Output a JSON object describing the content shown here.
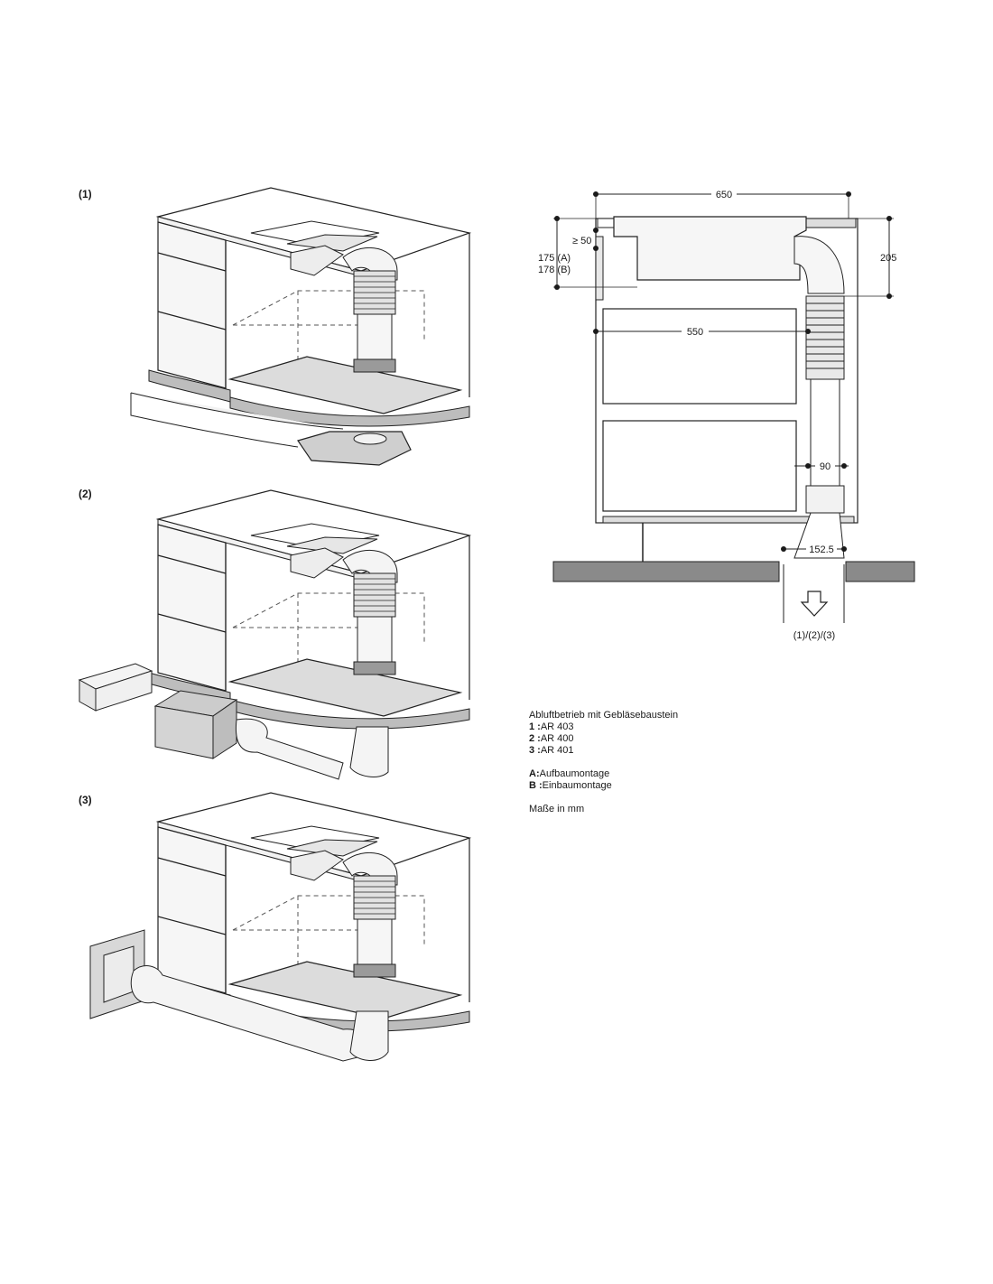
{
  "figures": [
    {
      "label": "(1)"
    },
    {
      "label": "(2)"
    },
    {
      "label": "(3)"
    }
  ],
  "dimensions": {
    "width_total": "650",
    "min_depth": "≥ 50",
    "height_a": "175 (A)",
    "height_b": "178 (B)",
    "height_205": "205",
    "depth_550": "550",
    "pipe_90": "90",
    "outlet_152": "152.5",
    "variants": "(1)/(2)/(3)"
  },
  "legend": {
    "title": "Abluftbetrieb mit Gebläsebaustein",
    "items": [
      {
        "key": "1 :",
        "value": "AR 403"
      },
      {
        "key": "2 :",
        "value": "AR 400"
      },
      {
        "key": "3 :",
        "value": "AR 401"
      }
    ],
    "mounting": [
      {
        "key": "A:",
        "value": "Aufbaumontage"
      },
      {
        "key": "B :",
        "value": "Einbaumontage"
      }
    ],
    "units": "Maße in mm"
  }
}
